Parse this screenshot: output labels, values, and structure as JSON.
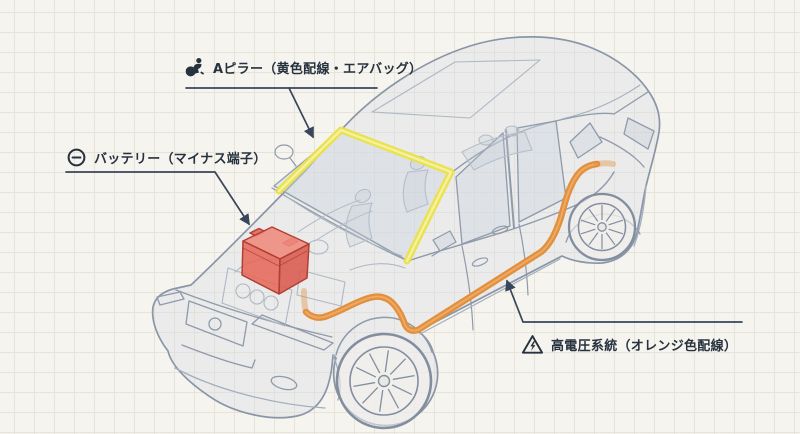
{
  "labels": {
    "a_pillar": {
      "icon": "airbag-icon",
      "text": "Aピラー（黄色配線・エアバッグ）"
    },
    "battery": {
      "icon": "minus-circle-icon",
      "text": "バッテリー（マイナス端子）"
    },
    "high_voltage": {
      "icon": "high-voltage-warning-icon",
      "text": "高電圧系統（オレンジ色配線）"
    }
  },
  "colors": {
    "background": "#f6f4ee",
    "grid_line": "#e6e3d9",
    "car_outline": "#8f9aab",
    "wiring_yellow": "#e9e14a",
    "wiring_orange": "#e28f3e",
    "battery_red": "#e5685a",
    "label_text": "#27323f",
    "leader_line": "#39455a"
  }
}
